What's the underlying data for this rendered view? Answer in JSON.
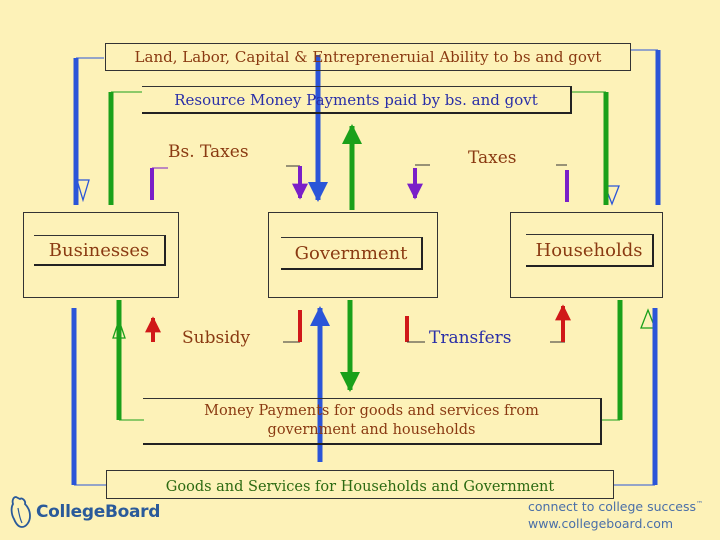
{
  "factors_label": "Land, Labor, Capital & Entrepreneruial Ability to bs and govt",
  "resource_payments_label": "Resource Money Payments paid by bs. and govt",
  "bs_taxes_label": "Bs. Taxes",
  "taxes_label": "Taxes",
  "businesses_label": "Businesses",
  "government_label": "Government",
  "households_label": "Households",
  "subsidy_label": "Subsidy",
  "transfers_label": "Transfers",
  "money_payments_label": "Money Payments for goods and services from government and households",
  "money_payments_line1": "Money Payments for goods and services from",
  "money_payments_line2": "government and households",
  "goods_services_label": "Goods and Services for Households and Government",
  "footer": {
    "brand": "CollegeBoard",
    "tagline_line1": "connect to college success",
    "tagline_mark": "™",
    "tagline_line2": "www.collegeboard.com"
  },
  "colors": {
    "background": "#fdf2b8",
    "blue_flow": "#2b55d8",
    "green_flow": "#1aa01a",
    "red_flow": "#d01818",
    "purple_flow": "#7a1fc8",
    "brown_text": "#8a3a12"
  }
}
